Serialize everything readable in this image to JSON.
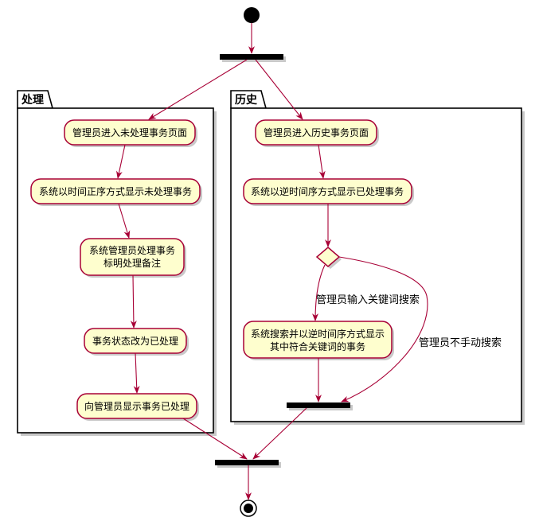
{
  "packages": {
    "process": {
      "label": "处理"
    },
    "history": {
      "label": "历史"
    }
  },
  "activities": {
    "p1": {
      "lines": [
        "管理员进入未处理事务页面"
      ]
    },
    "p2": {
      "lines": [
        "系统以时间正序方式显示未处理事务"
      ]
    },
    "p3": {
      "lines": [
        "系统管理员处理事务",
        "标明处理备注"
      ]
    },
    "p4": {
      "lines": [
        "事务状态改为已处理"
      ]
    },
    "p5": {
      "lines": [
        "向管理员显示事务已处理"
      ]
    },
    "h1": {
      "lines": [
        "管理员进入历史事务页面"
      ]
    },
    "h2": {
      "lines": [
        "系统以逆时间序方式显示已处理事务"
      ]
    },
    "h3": {
      "lines": [
        "系统搜索并以逆时间序方式显示",
        "其中符合关键词的事务"
      ]
    }
  },
  "branches": {
    "search": "管理员输入关键词搜索",
    "no_search": "管理员不手动搜索"
  },
  "colors": {
    "node_fill": "#FEFECE",
    "node_border": "#A80036",
    "edge": "#A80036",
    "bar": "#000000"
  }
}
